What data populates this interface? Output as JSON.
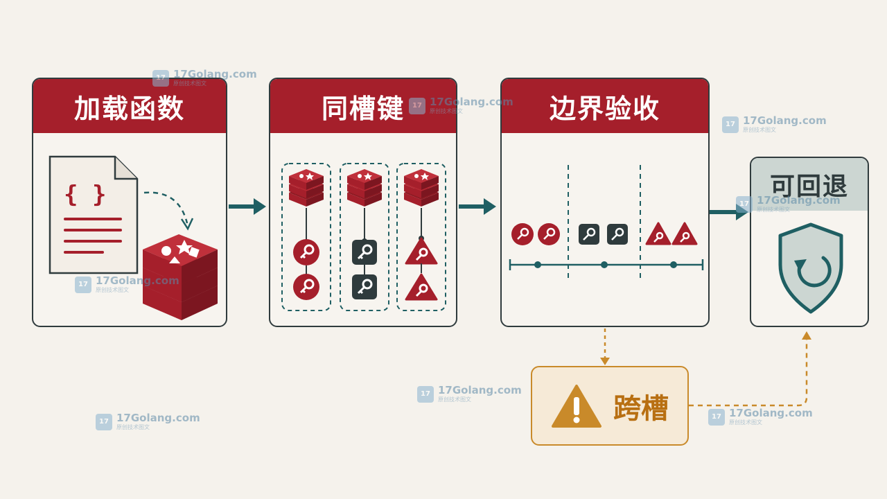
{
  "stages": [
    {
      "title": "加载函数"
    },
    {
      "title": "同槽键"
    },
    {
      "title": "边界验收"
    }
  ],
  "rollback": {
    "title": "可回退"
  },
  "warning": {
    "label": "跨槽"
  },
  "code_glyph": "{ }",
  "watermark": {
    "text": "17Golang.com",
    "subtext": "原创技术图文",
    "badge": "17"
  },
  "colors": {
    "red": "#a51f2b",
    "dark": "#2f3b3d",
    "teal": "#1f5f63",
    "amber": "#c98a2a",
    "gray_green": "#ccd6d2"
  }
}
